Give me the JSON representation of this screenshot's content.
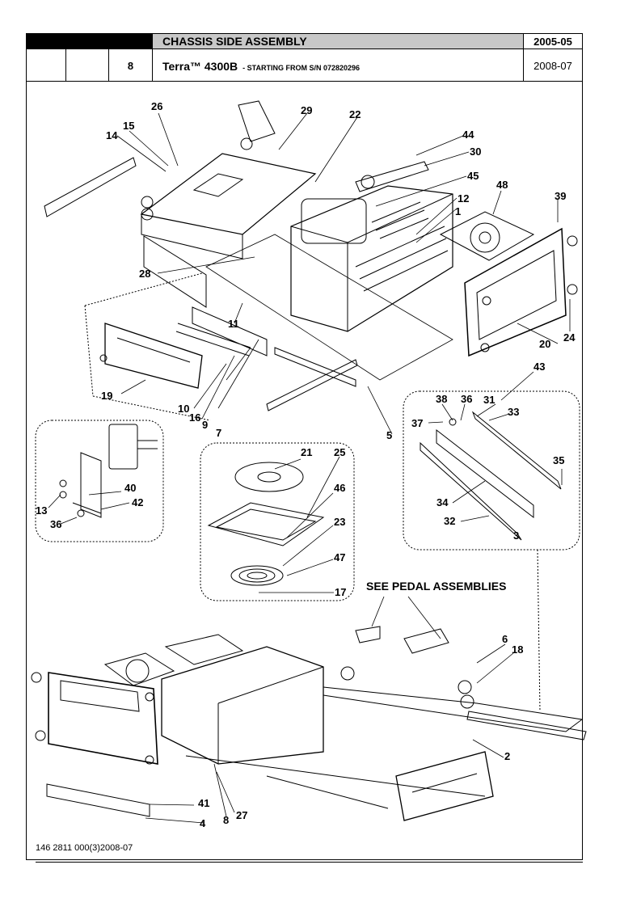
{
  "header": {
    "title": "CHASSIS SIDE ASSEMBLY",
    "page_number": "8",
    "model_brand": "Terra™ 4300B",
    "model_note": "- STARTING FROM S/N 072820296",
    "date_top": "2005-05",
    "date_bottom": "2008-07"
  },
  "callouts": [
    "1",
    "2",
    "3",
    "4",
    "5",
    "6",
    "7",
    "8",
    "9",
    "10",
    "11",
    "12",
    "13",
    "14",
    "15",
    "16",
    "17",
    "18",
    "19",
    "20",
    "21",
    "22",
    "23",
    "24",
    "25",
    "26",
    "27",
    "28",
    "29",
    "30",
    "31",
    "32",
    "33",
    "34",
    "35",
    "36",
    "36",
    "37",
    "38",
    "39",
    "40",
    "41",
    "42",
    "43",
    "44",
    "45",
    "46",
    "47",
    "48"
  ],
  "see_note": "SEE  PEDAL ASSEMBLIES",
  "footer": {
    "doc_code": "146 2811 000(3)2008-07"
  }
}
